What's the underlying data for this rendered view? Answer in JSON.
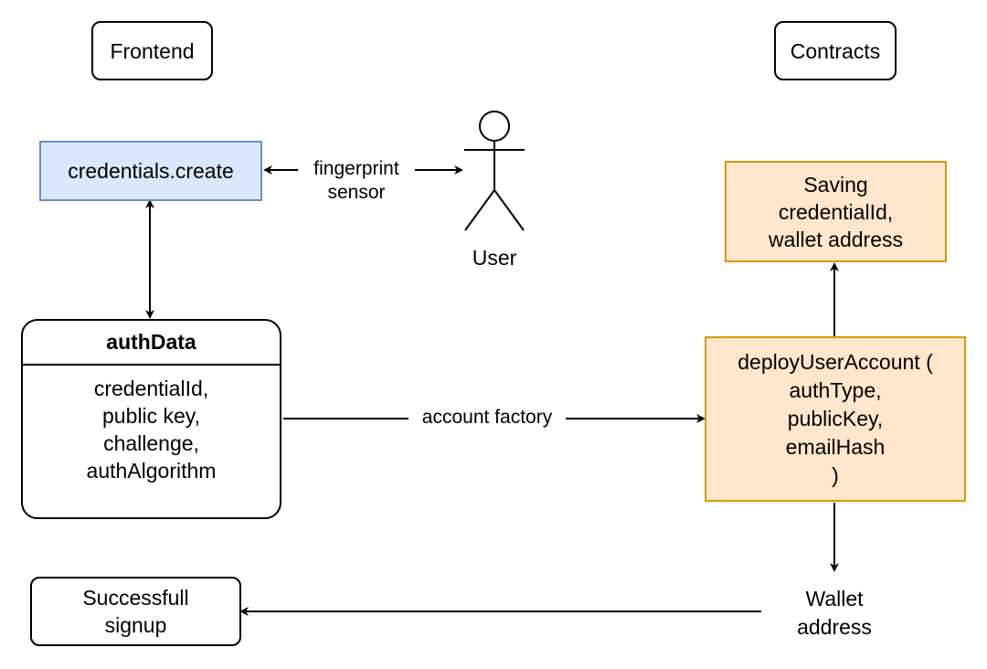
{
  "nodes": {
    "frontend": "Frontend",
    "contracts": "Contracts",
    "credentials_create": "credentials.create",
    "user": "User",
    "saving": "Saving\ncredentialId,\nwallet address",
    "authdata_title": "authData",
    "authdata_fields": "credentialId,\npublic key,\nchallenge,\nauthAlgorithm",
    "deploy": "deployUserAccount (\nauthType,\npublicKey,\nemailHash\n)",
    "wallet_address": "Wallet\naddress",
    "successfull_signup": "Successfull\nsignup"
  },
  "edges": {
    "fingerprint_sensor": "fingerprint\nsensor",
    "account_factory": "account factory"
  },
  "colors": {
    "credentials_fill": "#dae8fc",
    "credentials_stroke": "#6c8ebf",
    "contract_fill": "#ffe6cc",
    "contract_stroke": "#d79b00",
    "stroke": "#000000"
  }
}
